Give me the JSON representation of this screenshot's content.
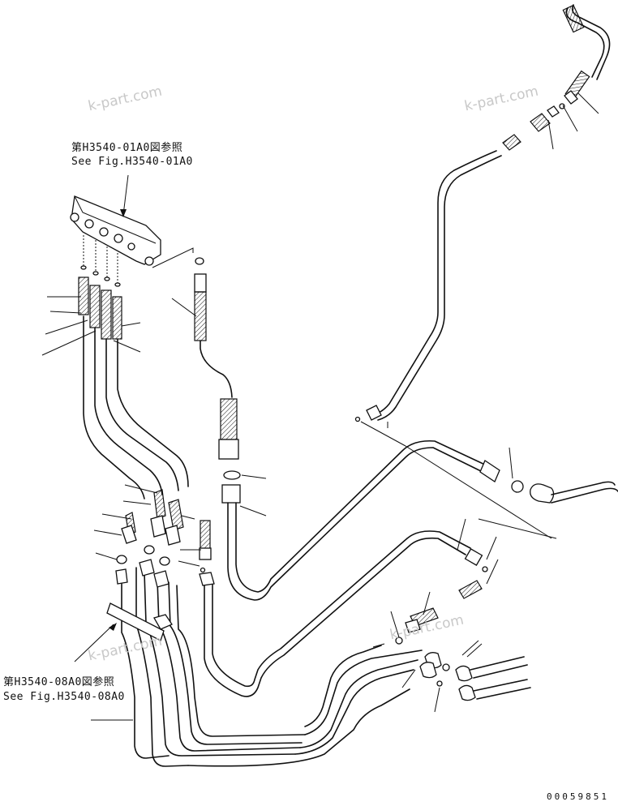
{
  "references": {
    "top": {
      "jp": "第H3540-01A0図参照",
      "en": "See Fig.H3540-01A0"
    },
    "bottom": {
      "jp": "第H3540-08A0図参照",
      "en": "See Fig.H3540-08A0"
    }
  },
  "watermark": "k-part.com",
  "document_number": "00059851",
  "colors": {
    "line": "#111111",
    "watermark": "#c8c8c8",
    "background": "#ffffff"
  }
}
